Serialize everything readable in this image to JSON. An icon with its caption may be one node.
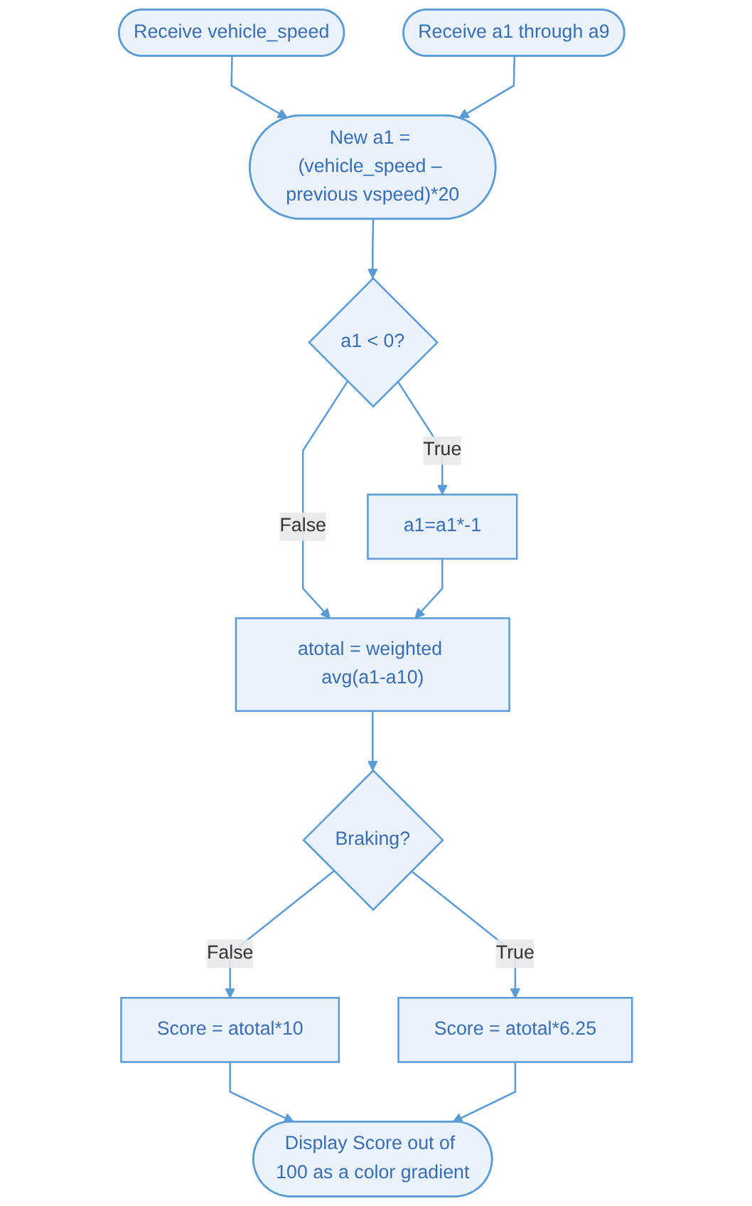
{
  "diagram": {
    "nodes": [
      {
        "text": [
          "Receive vehicle_speed"
        ]
      },
      {
        "text": [
          "Receive a1 through a9"
        ]
      },
      {
        "text": [
          "New a1 = (vehicle_speed – previous vspeed)*20"
        ]
      },
      {
        "text": [
          "a1 < 0?"
        ]
      },
      {
        "text": [
          "atotal = weighted avg(a1-a10)"
        ]
      },
      {
        "text": [
          "a1=a1*-1"
        ]
      },
      {
        "text": [
          "Braking?"
        ]
      },
      {
        "text": [
          "Score = atotal*10"
        ]
      },
      {
        "text": [
          "Score = atotal*6.25"
        ]
      },
      {
        "text": [
          "Display Score out of 100 as a color gradient"
        ]
      }
    ],
    "edges": [
      {
        "from": 0,
        "to": 2,
        "arrow": "to"
      },
      {
        "from": 1,
        "to": 2,
        "arrow": "to"
      },
      {
        "from": 2,
        "to": 3,
        "arrow": "to"
      },
      {
        "from": 3,
        "to": 4,
        "label": "False",
        "arrow": "to"
      },
      {
        "from": 3,
        "to": 5,
        "label": "True",
        "arrow": "to"
      },
      {
        "from": 5,
        "to": 4,
        "arrow": "to"
      },
      {
        "from": 4,
        "to": 6,
        "arrow": "to"
      },
      {
        "from": 6,
        "to": 7,
        "label": "False",
        "arrow": "to"
      },
      {
        "from": 6,
        "to": 8,
        "label": "True",
        "arrow": "to"
      },
      {
        "from": 7,
        "to": 9,
        "arrow": "to"
      },
      {
        "from": 8,
        "to": 9,
        "arrow": "to"
      }
    ]
  }
}
